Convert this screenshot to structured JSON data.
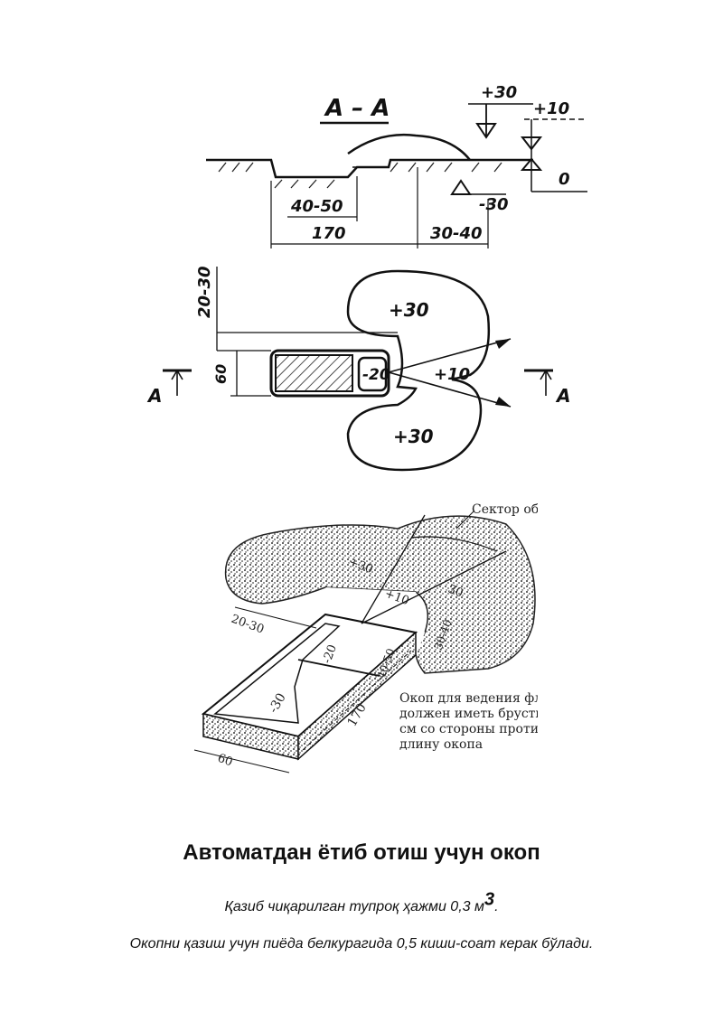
{
  "section_view": {
    "title": "А – А",
    "levels": {
      "plus30": "+30",
      "plus10": "+10",
      "zero": "0",
      "minus30": "-30"
    },
    "dims": {
      "d40_50": "40-50",
      "d170": "170",
      "d30_40": "30-40"
    }
  },
  "plan_view": {
    "dims": {
      "d20_30": "20-30",
      "d60": "60"
    },
    "levels": {
      "plus30_top": "+30",
      "plus10": "+10",
      "minus20": "-20",
      "plus30_bottom": "+30"
    },
    "section_marks": {
      "left": "А",
      "right": "А"
    }
  },
  "iso_view": {
    "labels": {
      "sector": "Сектор об",
      "plus30": "+30",
      "plus10": "+10",
      "right30": "30",
      "d20_30": "20-30",
      "minus20": "-20",
      "d40_50": "40-50",
      "d30_40": "30-40",
      "minus30": "-30",
      "d170": "170",
      "d60": "60"
    },
    "note_lines": [
      "Окоп для ведения фл",
      "должен иметь бруств",
      "см со стороны проти",
      "длину окопа"
    ]
  },
  "caption": {
    "title": "Автоматдан ётиб отиш учун окоп",
    "volume_text": "Қазиб чиқарилган тупроқ ҳажми 0,3 м",
    "volume_exp": "3",
    "volume_end": ".",
    "labor_text": "Окопни қазиш учун пиёда белкурагида 0,5 киши-соат керак бўлади."
  }
}
